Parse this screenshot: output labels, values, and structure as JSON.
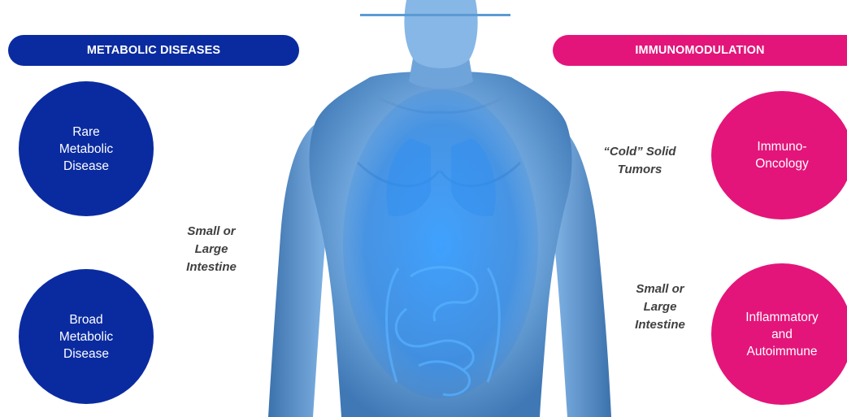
{
  "diagram": {
    "headers": {
      "left": "METABOLIC DISEASES",
      "right": "IMMUNOMODULATION"
    },
    "circles": {
      "rare_metabolic": "Rare\nMetabolic\nDisease",
      "broad_metabolic": "Broad\nMetabolic\nDisease",
      "immuno_oncology": "Immuno-\nOncology",
      "inflammatory": "Inflammatory\nand\nAutoimmune"
    },
    "captions": {
      "left_intestine": "Small or\nLarge\nIntestine",
      "cold_tumors": "“Cold” Solid\nTumors",
      "right_intestine": "Small or\nLarge\nIntestine"
    },
    "colors": {
      "metabolic": "#0a2ba0",
      "immuno": "#e3157a",
      "accent_line": "#5b9bd5",
      "caption_text": "#404040"
    },
    "illustration": "human-torso-anatomy"
  }
}
